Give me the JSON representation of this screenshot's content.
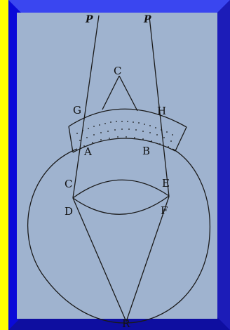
{
  "diagram": {
    "labels": {
      "p_left": "P",
      "p_right": "P",
      "c_top": "C",
      "g": "G",
      "h": "H",
      "a": "A",
      "b": "B",
      "c_left": "C",
      "e": "E",
      "d": "D",
      "f": "F",
      "r": "R"
    }
  },
  "colors": {
    "outer_background": "#0000e6",
    "left_bar": "#ffff00",
    "paper": "#9fb3cf",
    "ink": "#111111"
  }
}
